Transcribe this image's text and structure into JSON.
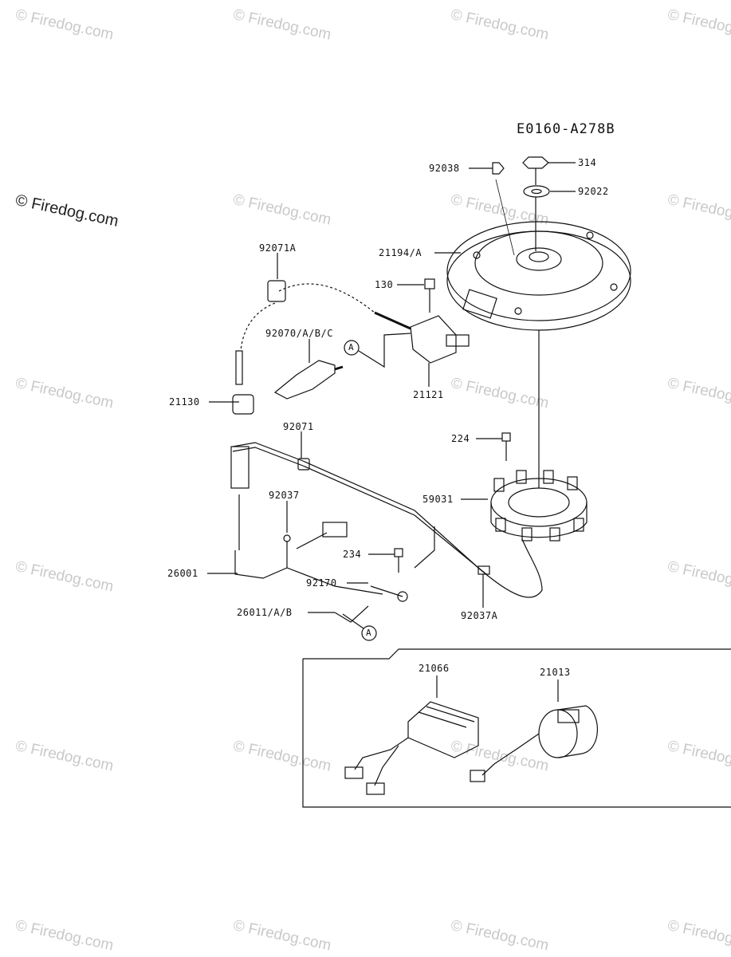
{
  "diagram_code": "E0160-A278B",
  "watermark": "© Firedog.com",
  "watermark_overlay": "© Firedog.com",
  "callout_letter": "A",
  "parts": {
    "p92038": "92038",
    "p314": "314",
    "p92022": "92022",
    "p21194": "21194/A",
    "p92071A": "92071A",
    "p130": "130",
    "p92070": "92070/A/B/C",
    "p21121": "21121",
    "p21130": "21130",
    "p92071": "92071",
    "p224": "224",
    "p59031": "59031",
    "p92037": "92037",
    "p234": "234",
    "p26001": "26001",
    "p92170": "92170",
    "p92037A": "92037A",
    "p26011": "26011/A/B",
    "p21066": "21066",
    "p21013": "21013"
  }
}
